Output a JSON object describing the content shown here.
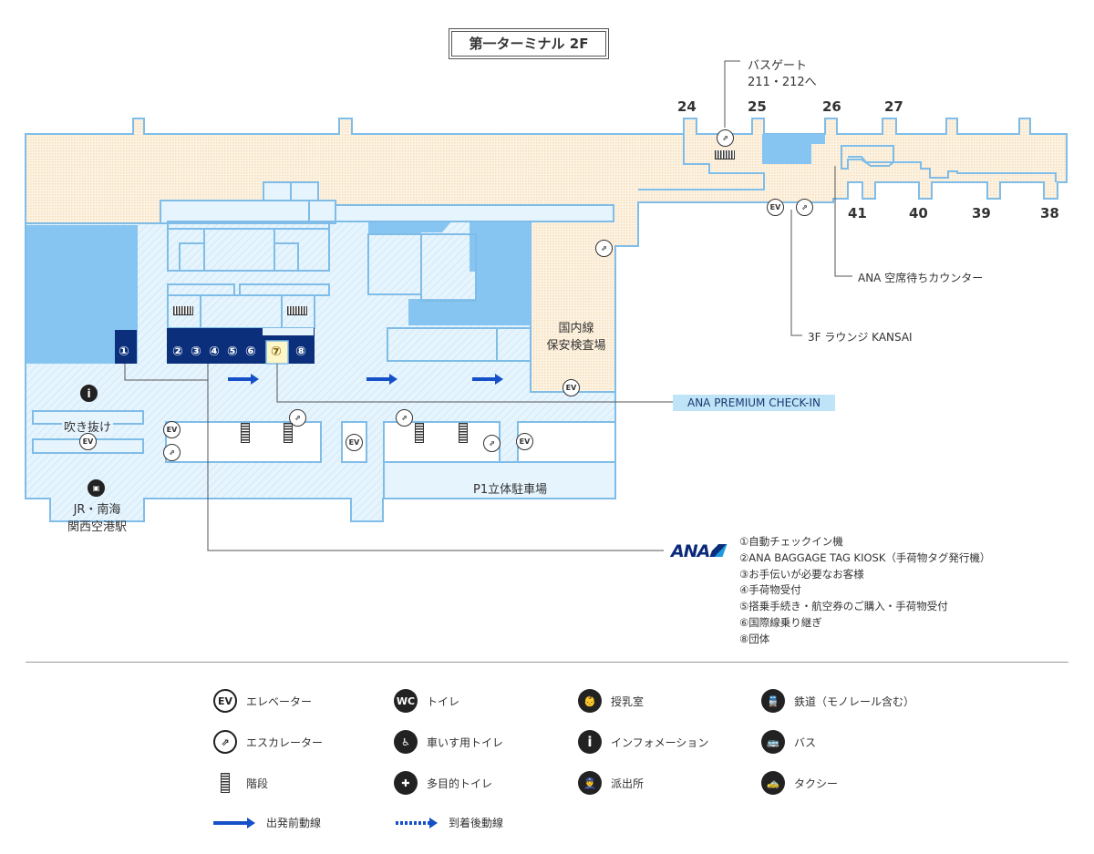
{
  "title": "第一ターミナル 2F",
  "gates_north": [
    "24",
    "25",
    "26",
    "27"
  ],
  "gates_south": [
    "41",
    "40",
    "39",
    "38"
  ],
  "bus_gate_label_line1": "バスゲート",
  "bus_gate_label_line2": "211・212へ",
  "callouts": {
    "standby_counter": "ANA 空席待ちカウンター",
    "lounge": "3F ラウンジ KANSAI",
    "premium_checkin": "ANA PREMIUM CHECK-IN"
  },
  "areas": {
    "domestic_security_line1": "国内線",
    "domestic_security_line2": "保安検査場",
    "atrium": "吹き抜け",
    "parking": "P1立体駐車場",
    "station_line1": "JR・南海",
    "station_line2": "関西空港駅"
  },
  "counters": [
    "①",
    "②",
    "③",
    "④",
    "⑤",
    "⑥",
    "⑦",
    "⑧"
  ],
  "ana": {
    "logo": "ANA",
    "items": [
      "①自動チェックイン機",
      "②ANA BAGGAGE TAG KIOSK（手荷物タグ発行機）",
      "③お手伝いが必要なお客様",
      "④手荷物受付",
      "⑤搭乗手続き・航空券のご購入・手荷物受付",
      "⑥国際線乗り継ぎ",
      "⑧団体"
    ]
  },
  "map_icons": {
    "ev": "EV",
    "info": "i"
  },
  "legend": [
    {
      "icon": "elevator-icon",
      "glyph": "EV",
      "label": "エレベーター"
    },
    {
      "icon": "toilet-icon",
      "glyph": "WC",
      "label": "トイレ"
    },
    {
      "icon": "nursing-room-icon",
      "glyph": "👶",
      "label": "授乳室"
    },
    {
      "icon": "railway-icon",
      "glyph": "🚆",
      "label": "鉄道（モノレール含む）"
    },
    {
      "icon": "escalator-icon",
      "glyph": "⇗",
      "label": "エスカレーター"
    },
    {
      "icon": "wheelchair-toilet-icon",
      "glyph": "♿",
      "label": "車いす用トイレ"
    },
    {
      "icon": "information-icon",
      "glyph": "i",
      "label": "インフォメーション"
    },
    {
      "icon": "bus-icon",
      "glyph": "🚌",
      "label": "バス"
    },
    {
      "icon": "stairs-icon",
      "glyph": "",
      "label": "階段"
    },
    {
      "icon": "multipurpose-toilet-icon",
      "glyph": "✚",
      "label": "多目的トイレ"
    },
    {
      "icon": "police-box-icon",
      "glyph": "👮",
      "label": "派出所"
    },
    {
      "icon": "taxi-icon",
      "glyph": "🚕",
      "label": "タクシー"
    },
    {
      "icon": "departure-route-icon",
      "glyph": "",
      "label": "出発前動線"
    },
    {
      "icon": "arrival-route-icon",
      "glyph": "",
      "label": "到着後動線"
    }
  ],
  "colors": {
    "ana_navy": "#0b2f7a",
    "wall_blue": "#7fbde8",
    "solid_blue": "#86c5f2",
    "airside_beige": "#fdf0dc",
    "landside_lightblue": "#e3f3fd",
    "route_blue": "#1650c8",
    "premium_highlight": "#fdf6c6"
  }
}
